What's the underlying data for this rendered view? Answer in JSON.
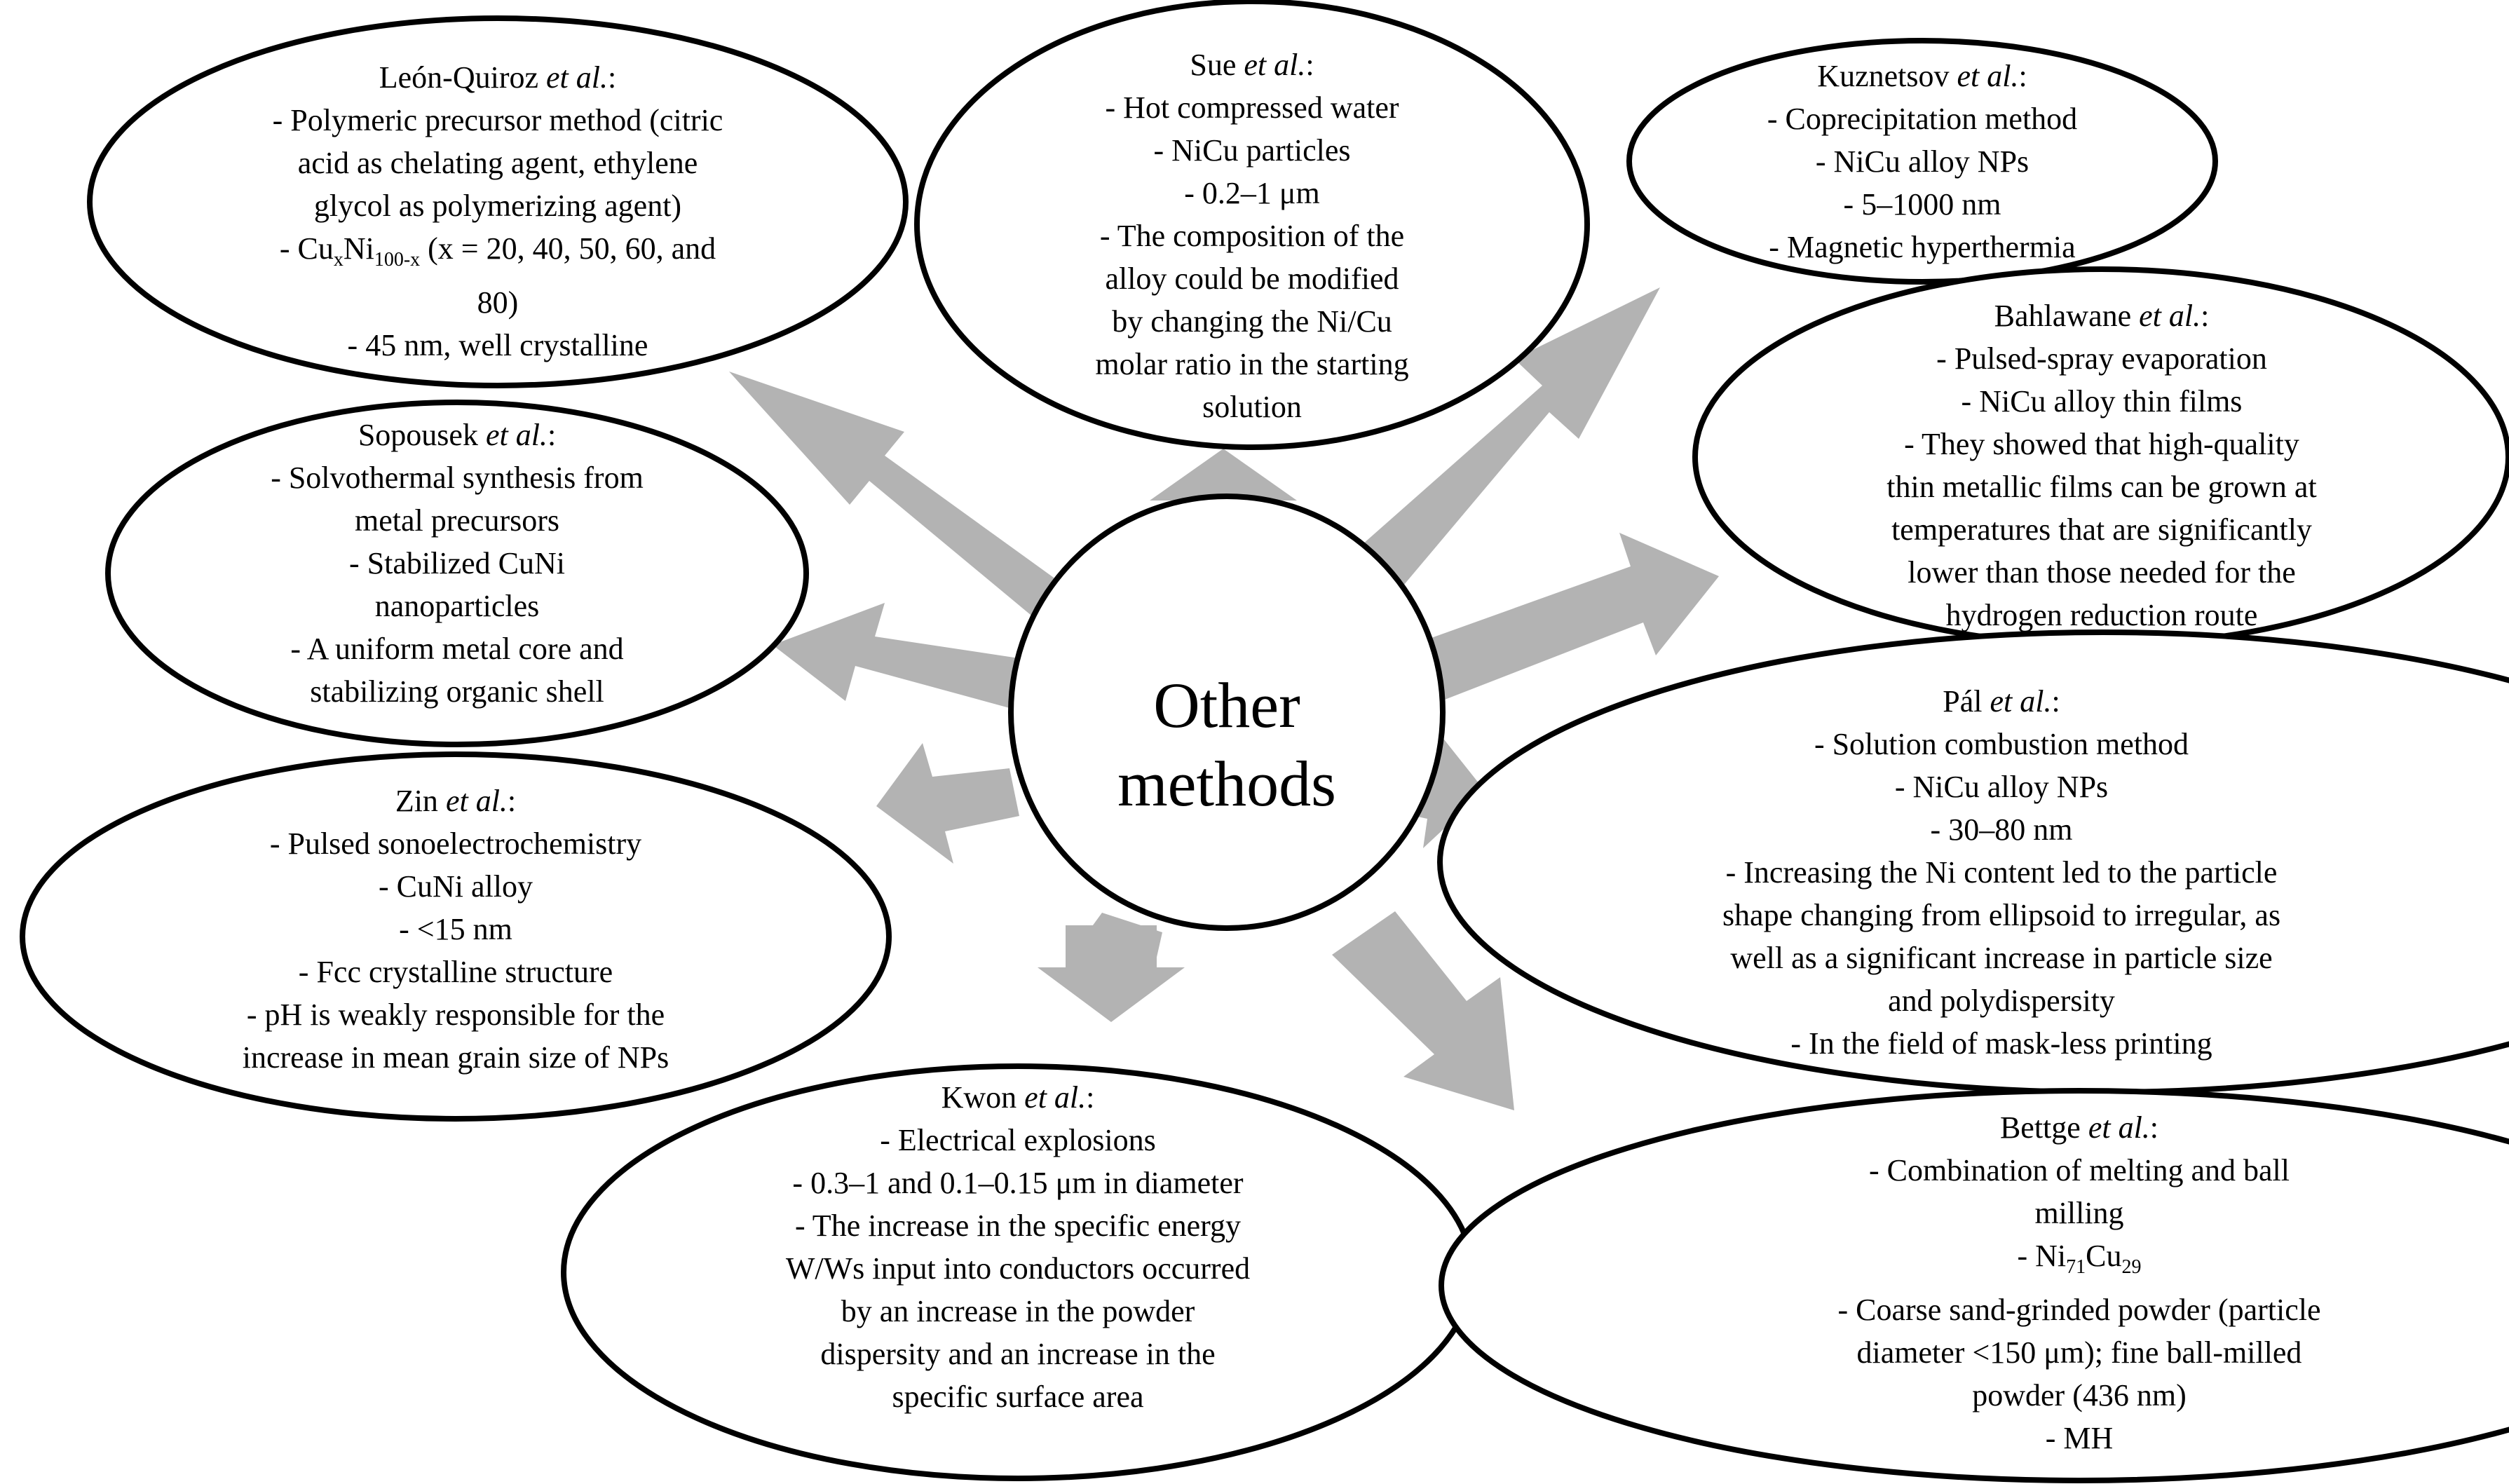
{
  "center": {
    "line1": "Other",
    "line2": "methods"
  },
  "bubbles": {
    "leon": {
      "author": "León-Quiroz",
      "etal": " et al.",
      "colon": ":",
      "l1": "- Polymeric precursor method (citric",
      "l2": "acid as chelating agent, ethylene",
      "l3": "glycol as polymerizing agent)",
      "l4_a": "- Cu",
      "l4_b": "x",
      "l4_c": "Ni",
      "l4_d": "100-x",
      "l4_e": " (x = 20, 40, 50, 60, and",
      "l5": "80)",
      "l6": "- 45 nm, well crystalline"
    },
    "sue": {
      "author": "Sue",
      "etal": " et al.",
      "colon": ":",
      "l1": "- Hot compressed water",
      "l2": "- NiCu particles",
      "l3": "- 0.2–1 μm",
      "l4": "- The composition of the",
      "l5": "alloy could be modified",
      "l6": "by changing the Ni/Cu",
      "l7": "molar ratio in the starting",
      "l8": "solution"
    },
    "kuznetsov": {
      "author": "Kuznetsov",
      "etal": " et al.",
      "colon": ":",
      "l1": "- Coprecipitation method",
      "l2": "- NiCu alloy NPs",
      "l3": "- 5–1000 nm",
      "l4": "- Magnetic hyperthermia"
    },
    "sopousek": {
      "author": "Sopousek",
      "etal": " et al.",
      "colon": ":",
      "l1": "- Solvothermal synthesis from",
      "l2": "metal precursors",
      "l3": "- Stabilized CuNi",
      "l4": "nanoparticles",
      "l5": "- A uniform metal core and",
      "l6": "stabilizing organic shell"
    },
    "bahlawane": {
      "author": "Bahlawane",
      "etal": " et al.",
      "colon": ":",
      "l1": "- Pulsed-spray evaporation",
      "l2": "- NiCu alloy thin films",
      "l3": "- They showed that high-quality",
      "l4": "thin metallic films can be grown at",
      "l5": "temperatures that are significantly",
      "l6": "lower than those needed for the",
      "l7": "hydrogen reduction route"
    },
    "zin": {
      "author": "Zin",
      "etal": " et al.",
      "colon": ":",
      "l1": "- Pulsed sonoelectrochemistry",
      "l2": "- CuNi alloy",
      "l3": "- <15 nm",
      "l4": "- Fcc crystalline structure",
      "l5": "- pH is weakly responsible for the",
      "l6": "increase in mean grain size of NPs"
    },
    "pal": {
      "author": "Pál",
      "etal": " et al.",
      "colon": ":",
      "l1": "- Solution combustion method",
      "l2": "- NiCu alloy NPs",
      "l3": "- 30–80 nm",
      "l4": "- Increasing the Ni content led to the particle",
      "l5": "shape changing from ellipsoid to irregular, as",
      "l6": "well as a significant increase in particle size",
      "l7": "and polydispersity",
      "l8": "- In the field of mask-less printing"
    },
    "kwon": {
      "author": "Kwon",
      "etal": " et al.",
      "colon": ":",
      "l1": "- Electrical explosions",
      "l2": "- 0.3–1 and 0.1–0.15 μm in diameter",
      "l3": "- The increase in the specific energy",
      "l4": "W/Ws input into conductors occurred",
      "l5": "by an increase in the powder",
      "l6": "dispersity and an increase in the",
      "l7": "specific surface area"
    },
    "bettge": {
      "author": "Bettge",
      "etal": " et al.",
      "colon": ":",
      "l1": "- Combination of melting and ball",
      "l2": "milling",
      "l3_a": "- Ni",
      "l3_b": "71",
      "l3_c": "Cu",
      "l3_d": "29",
      "l4": "- Coarse sand-grinded powder (particle",
      "l5": "diameter <150 μm); fine ball-milled",
      "l6": "powder (436 nm)",
      "l7": "- MH"
    }
  },
  "colors": {
    "arrow": "#b3b3b3",
    "outline": "#000000",
    "background": "#ffffff"
  }
}
